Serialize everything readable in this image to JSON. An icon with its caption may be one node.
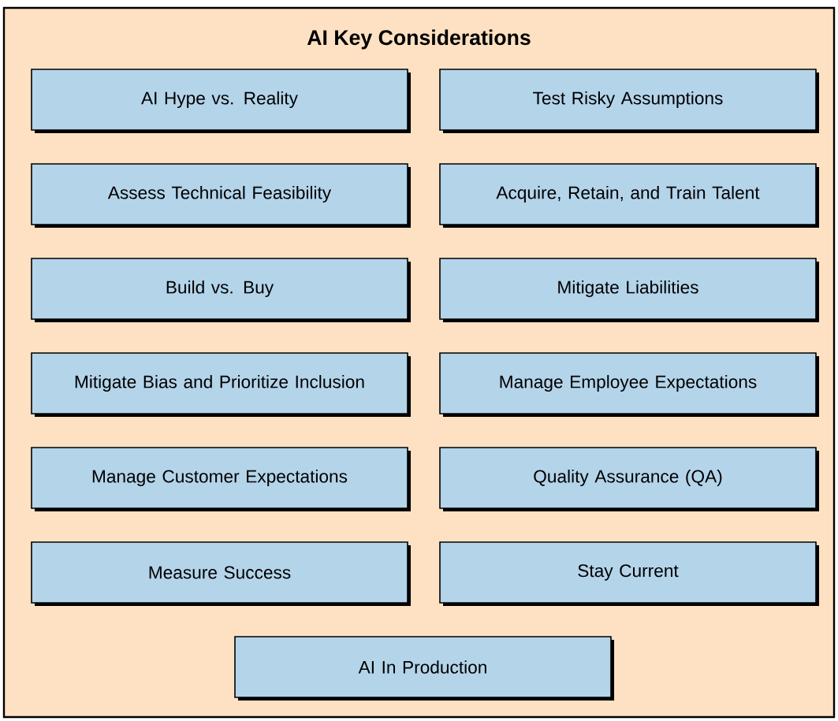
{
  "diagram": {
    "nodes": [
      {
        "text": [
          "AI Key Considerations"
        ]
      },
      {
        "text": [
          "AI Hype vs. Reality"
        ],
        "in": 0
      },
      {
        "text": [
          "Test Risky Assumptions"
        ],
        "in": 0
      },
      {
        "text": [
          "Assess Technical Feasibility"
        ],
        "in": 0
      },
      {
        "text": [
          "Acquire, Retain, and Train Talent"
        ],
        "in": 0
      },
      {
        "text": [
          "Build vs. Buy"
        ],
        "in": 0
      },
      {
        "text": [
          "Mitigate Liabilities"
        ],
        "in": 0
      },
      {
        "text": [
          "Mitigate Bias and Prioritize Inclusion"
        ],
        "in": 0
      },
      {
        "text": [
          "Manage Employee Expectations"
        ],
        "in": 0
      },
      {
        "text": [
          "Manage Customer Expectations"
        ],
        "in": 0
      },
      {
        "text": [
          "Quality Assurance (QA)"
        ],
        "in": 0
      },
      {
        "text": [
          "Measure Success"
        ],
        "in": 0
      },
      {
        "text": [
          "Stay Current"
        ],
        "in": 0
      },
      {
        "text": [
          "AI In Production"
        ],
        "in": 0
      }
    ]
  }
}
